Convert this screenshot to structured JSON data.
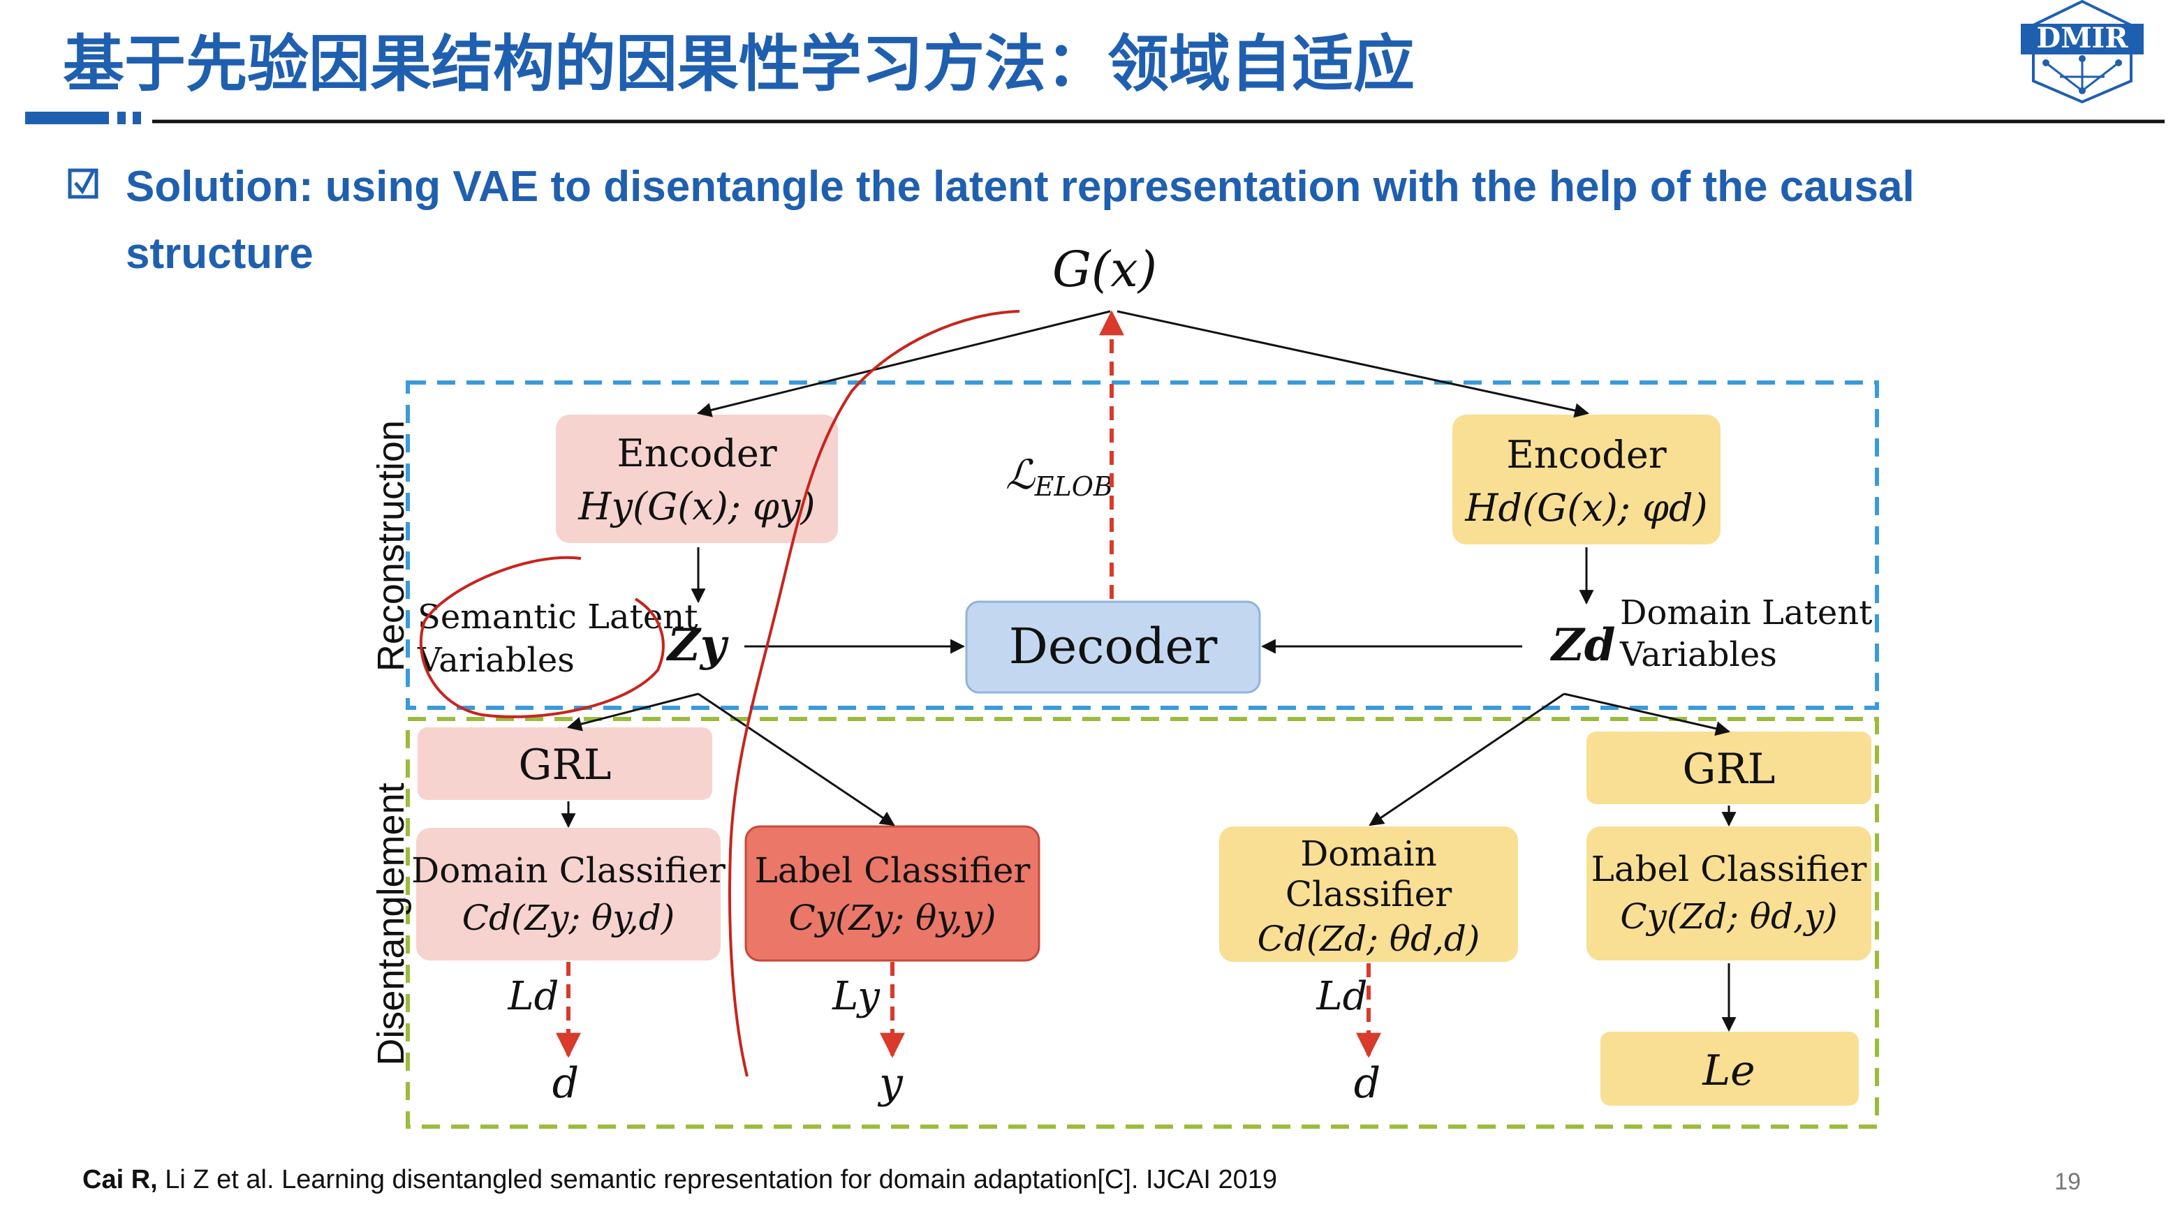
{
  "slide": {
    "title": "基于先验因果结构的因果性学习方法：领域自适应",
    "logo_text": "DMIR",
    "bullet_icon": "checkbox-icon",
    "bullet_line1": "Solution: using VAE to disentangle the latent representation with the help of the causal",
    "bullet_line2": "structure",
    "citation_author": "Cai R,",
    "citation_rest": " Li Z et al. Learning disentangled semantic representation for domain adaptation[C]. IJCAI 2019",
    "page_number": "19",
    "colors": {
      "title_blue": "#1f5fb0",
      "section_blue": "#3b9ad9",
      "section_green": "#9bbb3c",
      "pink_box": "#f6d3cf",
      "red_box": "#ea7767",
      "yellow_box": "#f9df93",
      "decoder_blue": "#c3d8f0",
      "loss_red": "#d93a2b",
      "annotation_red": "#c8241c"
    }
  },
  "diagram": {
    "input_label": "G(x)",
    "section_reconstruction": "Reconstruction",
    "section_disentanglement": "Disentanglement",
    "elbo_label": "ELOB",
    "encoder_y": {
      "title": "Encoder",
      "formula": "Hy(G(x); φy)"
    },
    "encoder_d": {
      "title": "Encoder",
      "formula": "Hd(G(x); φd)"
    },
    "decoder": "Decoder",
    "semantic_latent": {
      "line1": "Semantic Latent",
      "line2": "Variables"
    },
    "domain_latent": {
      "line1": "Domain Latent",
      "line2": "Variables"
    },
    "zy": "Zy",
    "zd": "Zd",
    "grl_left": "GRL",
    "grl_right": "GRL",
    "domain_classifier_y": {
      "title": "Domain Classifier",
      "formula": "Cd(Zy; θy,d)"
    },
    "label_classifier_y": {
      "title": "Label Classifier",
      "formula": "Cy(Zy; θy,y)"
    },
    "domain_classifier_d": {
      "line1": "Domain",
      "line2": "Classifier",
      "formula": "Cd(Zd; θd,d)"
    },
    "label_classifier_d": {
      "title": "Label Classifier",
      "formula": "Cy(Zd; θd,y)"
    },
    "loss_ld_1": "Ld",
    "loss_ly": "Ly",
    "loss_ld_2": "Ld",
    "loss_le": "Le",
    "output_d_1": "d",
    "output_y": "y",
    "output_d_2": "d"
  }
}
